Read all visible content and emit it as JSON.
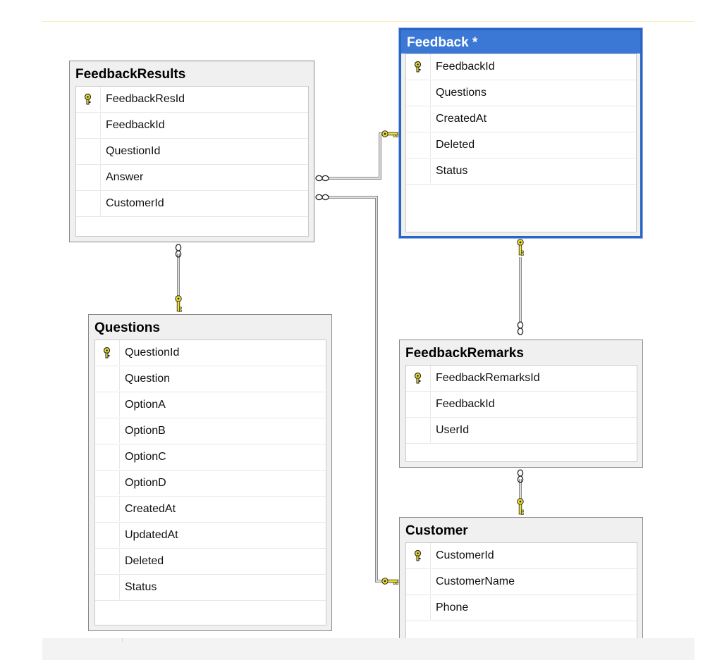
{
  "diagram": {
    "tables": [
      {
        "id": "feedbackresults",
        "title": "FeedbackResults",
        "columns": [
          {
            "name": "FeedbackResId",
            "pk": true
          },
          {
            "name": "FeedbackId"
          },
          {
            "name": "QuestionId"
          },
          {
            "name": "Answer"
          },
          {
            "name": "CustomerId"
          }
        ]
      },
      {
        "id": "feedback",
        "title": "Feedback *",
        "selected": true,
        "columns": [
          {
            "name": "FeedbackId",
            "pk": true
          },
          {
            "name": "Questions"
          },
          {
            "name": "CreatedAt"
          },
          {
            "name": "Deleted"
          },
          {
            "name": "Status"
          }
        ]
      },
      {
        "id": "questions",
        "title": "Questions",
        "columns": [
          {
            "name": "QuestionId",
            "pk": true
          },
          {
            "name": "Question"
          },
          {
            "name": "OptionA"
          },
          {
            "name": "OptionB"
          },
          {
            "name": "OptionC"
          },
          {
            "name": "OptionD"
          },
          {
            "name": "CreatedAt"
          },
          {
            "name": "UpdatedAt"
          },
          {
            "name": "Deleted"
          },
          {
            "name": "Status"
          }
        ]
      },
      {
        "id": "feedbackremarks",
        "title": "FeedbackRemarks",
        "columns": [
          {
            "name": "FeedbackRemarksId",
            "pk": true
          },
          {
            "name": "FeedbackId"
          },
          {
            "name": "UserId"
          }
        ]
      },
      {
        "id": "customer",
        "title": "Customer",
        "columns": [
          {
            "name": "CustomerId",
            "pk": true
          },
          {
            "name": "CustomerName"
          },
          {
            "name": "Phone"
          }
        ]
      }
    ],
    "relationships": [
      {
        "from": "feedbackresults",
        "to": "feedback",
        "many_end": "feedbackresults",
        "one_end": "feedback"
      },
      {
        "from": "feedbackresults",
        "to": "customer",
        "many_end": "feedbackresults",
        "one_end": "customer"
      },
      {
        "from": "feedbackresults",
        "to": "questions",
        "many_end": "feedbackresults",
        "one_end": "questions"
      },
      {
        "from": "feedbackremarks",
        "to": "feedback",
        "many_end": "feedbackremarks",
        "one_end": "feedback"
      },
      {
        "from": "feedbackremarks",
        "to": "customer",
        "many_end": "feedbackremarks",
        "one_end": "customer"
      }
    ],
    "colors": {
      "selection": "#3b78d6",
      "key": "#f2e230",
      "line": "#777777"
    }
  }
}
